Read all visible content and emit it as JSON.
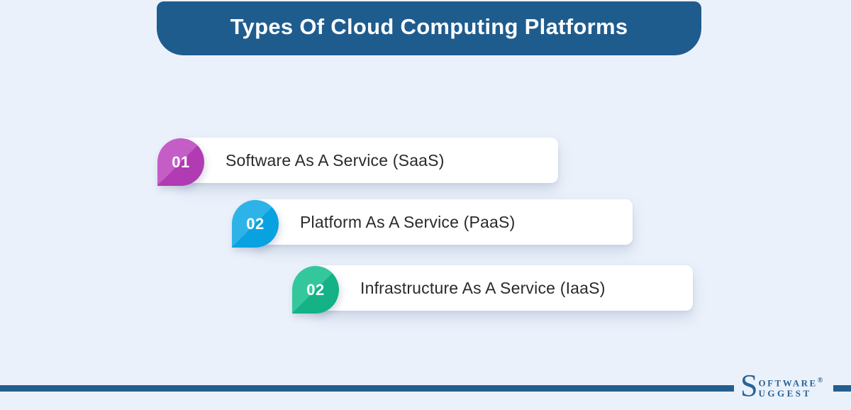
{
  "page": {
    "background_color": "#ebf1fb"
  },
  "header": {
    "title": "Types Of Cloud Computing Platforms",
    "background_color": "#1f5c8e",
    "text_color": "#ffffff"
  },
  "items": [
    {
      "number": "01",
      "label": "Software As A Service (SaaS)",
      "badge_color_light": "#c45ec6",
      "badge_color_dark": "#b03bb2"
    },
    {
      "number": "02",
      "label": "Platform As A Service (PaaS)",
      "badge_color_light": "#2eb3e9",
      "badge_color_dark": "#09a2e0"
    },
    {
      "number": "02",
      "label": "Infrastructure As A Service (IaaS)",
      "badge_color_light": "#34c79c",
      "badge_color_dark": "#14b286"
    }
  ],
  "footer": {
    "divider_color": "#235f8e",
    "logo": {
      "initial": "S",
      "word_top": "OFTWARE",
      "registered_mark": "®",
      "word_bottom": "UGGEST",
      "color": "#2a6496"
    }
  }
}
